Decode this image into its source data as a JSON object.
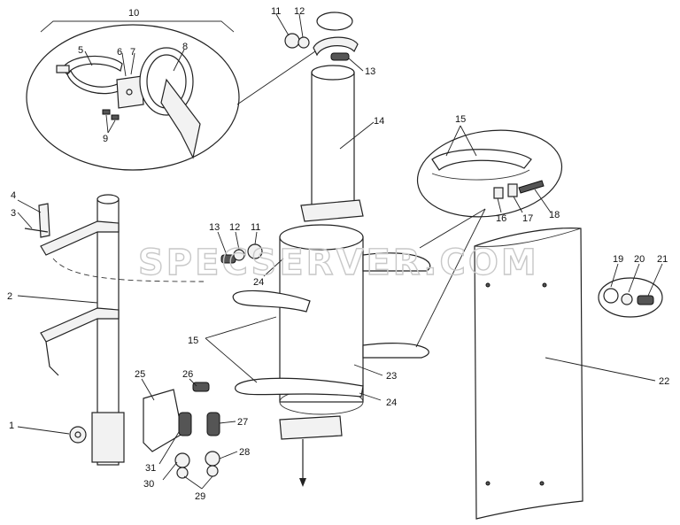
{
  "watermark": "SPECSERVER.COM",
  "callouts": {
    "c1": "1",
    "c2": "2",
    "c3": "3",
    "c4": "4",
    "c5": "5",
    "c6": "6",
    "c7": "7",
    "c8": "8",
    "c9": "9",
    "c10": "10",
    "c11a": "11",
    "c11b": "11",
    "c12a": "12",
    "c12b": "12",
    "c13a": "13",
    "c13b": "13",
    "c14": "14",
    "c15a": "15",
    "c15b": "15",
    "c16": "16",
    "c17": "17",
    "c18": "18",
    "c19": "19",
    "c20": "20",
    "c21": "21",
    "c22": "22",
    "c23": "23",
    "c24a": "24",
    "c24b": "24",
    "c25": "25",
    "c26": "26",
    "c27": "27",
    "c28": "28",
    "c29": "29",
    "c30": "30",
    "c31": "31"
  }
}
